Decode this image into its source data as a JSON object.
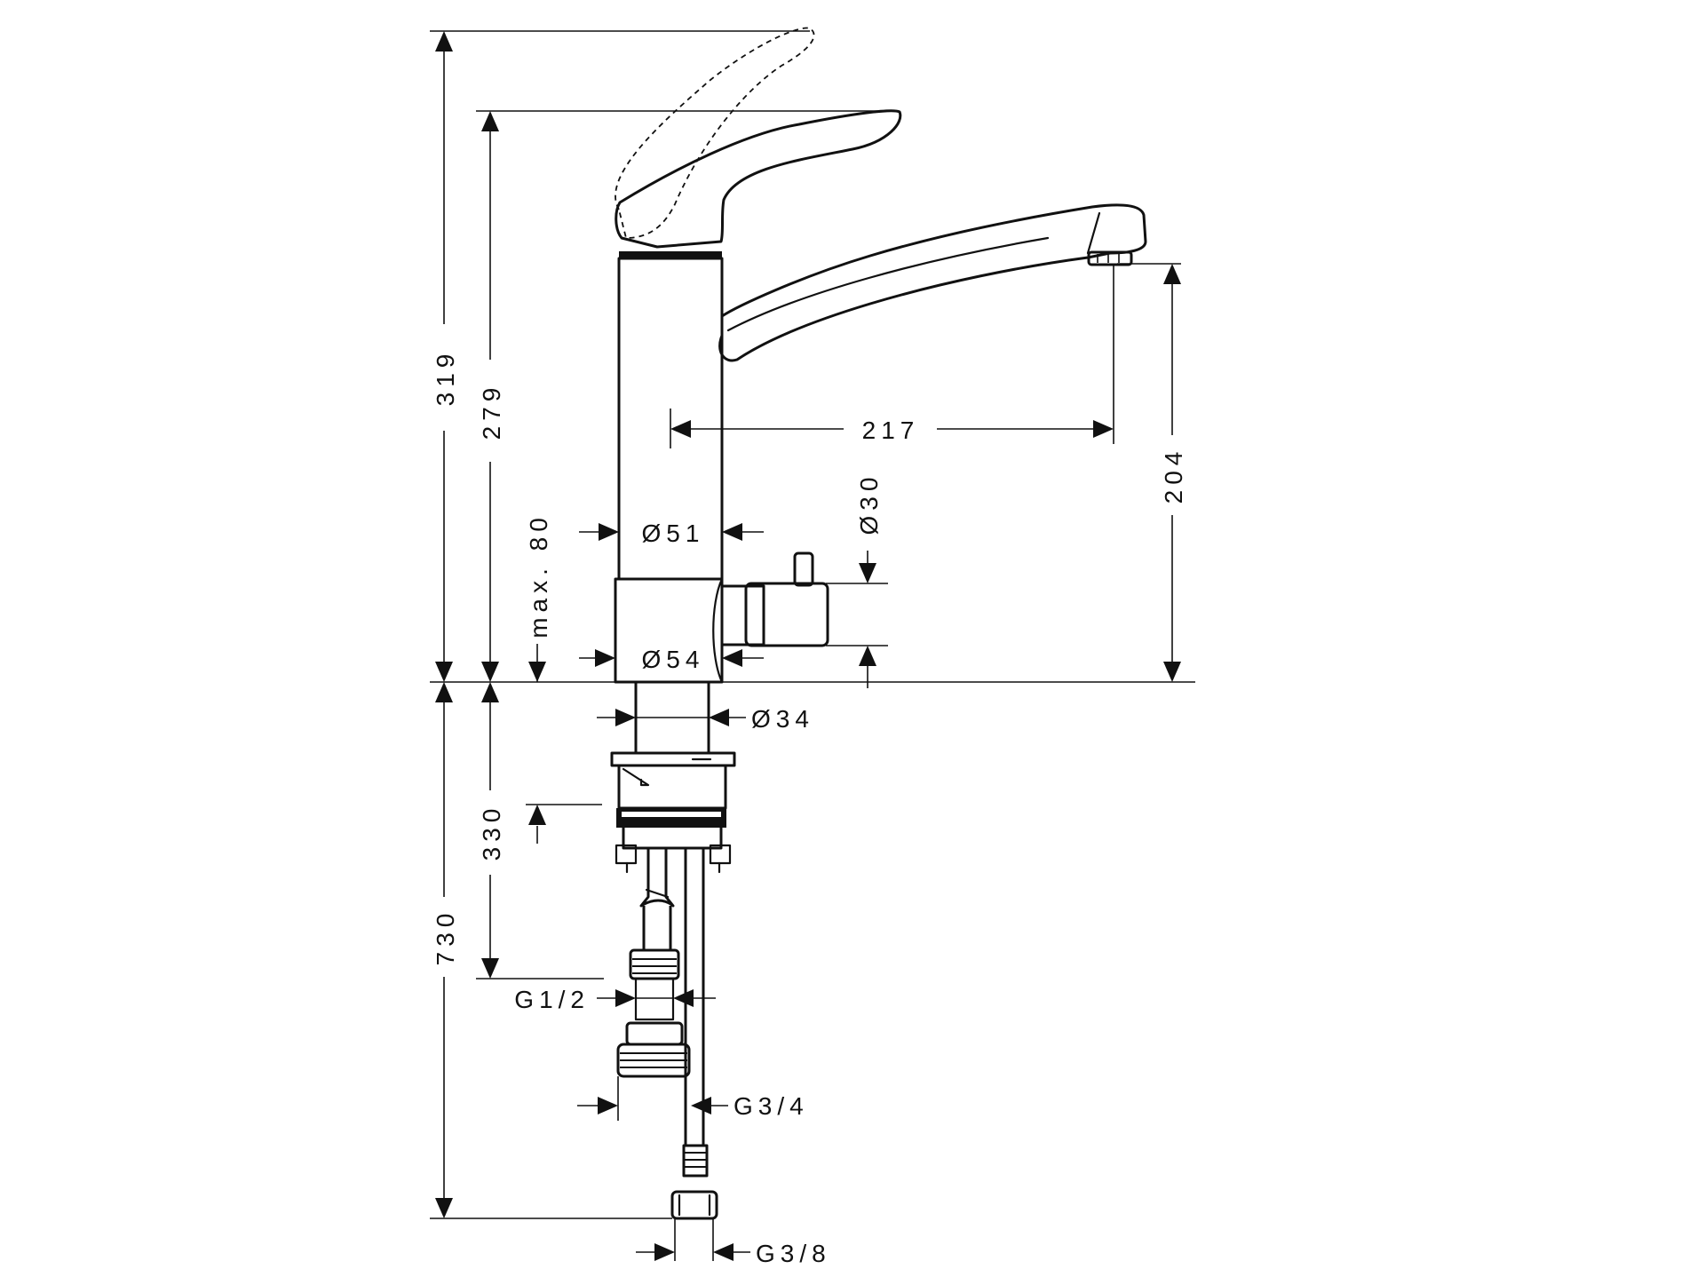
{
  "colors": {
    "ink": "#111111",
    "paper": "#ffffff"
  },
  "dimensions": {
    "total_height": "319",
    "handle_height": "279",
    "spout_reach": "217",
    "spout_height": "204",
    "body_diameter": "Ø51",
    "base_diameter": "Ø54",
    "valve_diameter": "Ø30",
    "max_thickness": "max. 80",
    "shank_diameter": "Ø34",
    "shank_length": "330",
    "hose_length": "730",
    "thread_half": "G1/2",
    "thread_three_quarter": "G3/4",
    "thread_three_eighths": "G3/8"
  }
}
